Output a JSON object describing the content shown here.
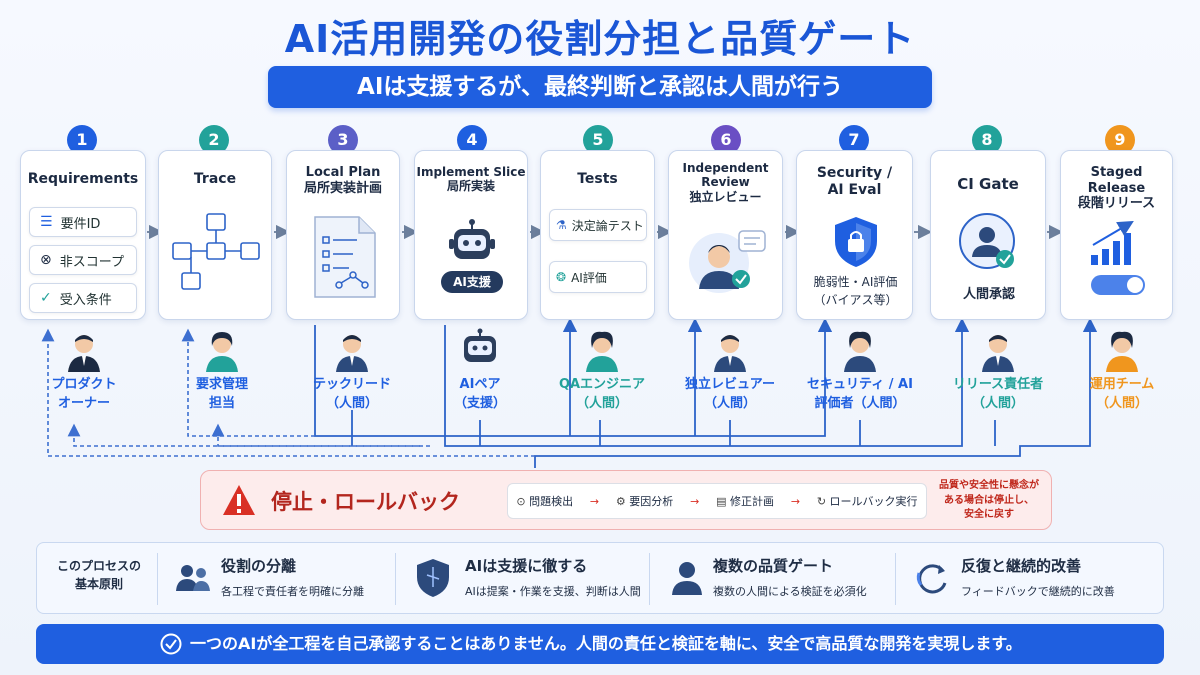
{
  "title": "AI活用開発の役割分担と品質ゲート",
  "subtitle": "AIは支援するが、最終判断と承認は人間が行う",
  "steps": [
    {
      "num": "1",
      "title": "Requirements",
      "color": "#1f5fe0"
    },
    {
      "num": "2",
      "title": "Trace",
      "color": "#22a29a"
    },
    {
      "num": "3",
      "title": "Local Plan\n局所実装計画",
      "color": "#5b5fc7"
    },
    {
      "num": "4",
      "title": "Implement Slice\n局所実装",
      "color": "#1f5fe0"
    },
    {
      "num": "5",
      "title": "Tests",
      "color": "#22a29a"
    },
    {
      "num": "6",
      "title": "Independent\nReview\n独立レビュー",
      "color": "#6a4fc4"
    },
    {
      "num": "7",
      "title": "Security /\nAI Eval",
      "color": "#1f5fe0"
    },
    {
      "num": "8",
      "title": "CI Gate",
      "color": "#22a29a"
    },
    {
      "num": "9",
      "title": "Staged Release\n段階リリース",
      "color": "#f0961e"
    }
  ],
  "requirements_items": [
    "要件ID",
    "非スコープ",
    "受入条件"
  ],
  "implement_badge": "AI支援",
  "tests_items": [
    "決定論テスト",
    "AI評価"
  ],
  "security_text": "脆弱性・AI評価\n（バイアス等）",
  "ci_text": "人間承認",
  "roles": [
    {
      "label": "プロダクト\nオーナー",
      "color": "#1f5fe0"
    },
    {
      "label": "要求管理\n担当",
      "color": "#1f5fe0"
    },
    {
      "label": "テックリード\n（人間）",
      "color": "#1f5fe0"
    },
    {
      "label": "AIペア\n（支援）",
      "color": "#1f5fe0"
    },
    {
      "label": "QAエンジニア\n（人間）",
      "color": "#22a29a"
    },
    {
      "label": "独立レビュアー\n（人間）",
      "color": "#1f5fe0"
    },
    {
      "label": "セキュリティ / AI\n評価者（人間）",
      "color": "#1f5fe0"
    },
    {
      "label": "リリース責任者\n（人間）",
      "color": "#22a29a"
    },
    {
      "label": "運用チーム\n（人間）",
      "color": "#f0961e"
    }
  ],
  "stop": {
    "title": "停止・ロールバック",
    "flow": [
      "問題検出",
      "要因分析",
      "修正計画",
      "ロールバック実行"
    ],
    "note": "品質や安全性に懸念が\nある場合は停止し、\n安全に戻す"
  },
  "principles": {
    "label": "このプロセスの\n基本原則",
    "items": [
      {
        "title": "役割の分離",
        "desc": "各工程で責任者を明確に分離",
        "icon": "people-icon"
      },
      {
        "title": "AIは支援に徹する",
        "desc": "AIは提案・作業を支援、判断は人間",
        "icon": "shield-icon"
      },
      {
        "title": "複数の品質ゲート",
        "desc": "複数の人間による検証を必須化",
        "icon": "person-icon"
      },
      {
        "title": "反復と継続的改善",
        "desc": "フィードバックで継続的に改善",
        "icon": "cycle-icon"
      }
    ]
  },
  "footer": "一つのAIが全工程を自己承認することはありません。人間の責任と検証を軸に、安全で高品質な開発を実現します。"
}
